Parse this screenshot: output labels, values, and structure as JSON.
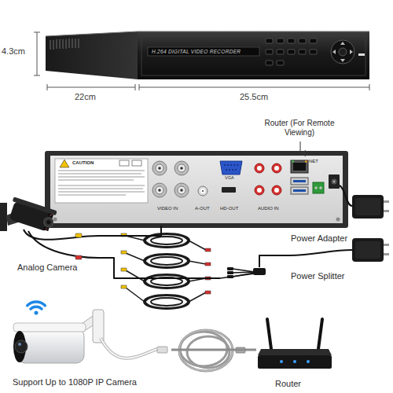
{
  "diagram": {
    "nodes": [
      {
        "text": [
          "CAUTION",
          "VIDEO IN",
          "VGA",
          "A-OUT",
          "HD-OUT",
          "AUDIO IN",
          "NET"
        ]
      },
      {
        "text": [
          "Analog Camera"
        ]
      },
      {
        "text": [
          "Power Adapter"
        ]
      },
      {
        "text": [
          "Power Splitter"
        ]
      },
      {
        "text": [
          "Support Up to 1080P IP Camera"
        ]
      },
      {
        "text": [
          "Router"
        ]
      }
    ],
    "edges": [
      {
        "from": 1,
        "to": 0,
        "arrow": "none"
      },
      {
        "from": 2,
        "to": 3,
        "arrow": "none"
      },
      {
        "from": 3,
        "to": 1,
        "arrow": "none"
      },
      {
        "from": 4,
        "to": 5,
        "arrow": "none"
      }
    ],
    "labels": [
      "4.3cm",
      "22cm",
      "25.5cm",
      "H.264 DIGITAL VIDEO RECORDER",
      "Router (For Remote Viewing)"
    ]
  }
}
